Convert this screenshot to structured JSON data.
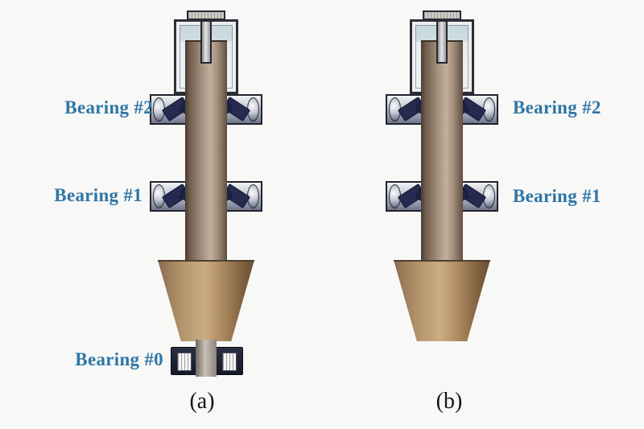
{
  "figure": {
    "caption_a": "(a)",
    "caption_b": "(b)",
    "assembly_a": {
      "bearing2_label": "Bearing #2",
      "bearing1_label": "Bearing #1",
      "bearing0_label": "Bearing #0"
    },
    "assembly_b": {
      "bearing2_label": "Bearing #2",
      "bearing1_label": "Bearing #1"
    },
    "colors": {
      "label_text": "#2e76a6",
      "caption_text": "#141414",
      "shaft_highlight": "#c2b09f",
      "shaft_shadow": "#473a31",
      "cone_tan": "#ccad82",
      "bearing_navy": "#252b4e",
      "housing_interior": "#cfdde2",
      "background": "#f8f8f7"
    }
  }
}
